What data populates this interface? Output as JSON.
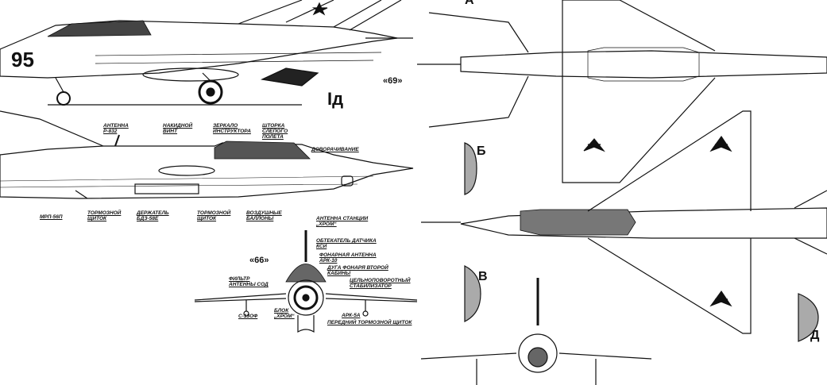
{
  "views": {
    "side_variant_label": "«69»",
    "front_variant_label": "«66»",
    "board_number": "95",
    "view_id_side": "Iд",
    "section_a": "А",
    "section_b": "Б",
    "section_v": "В",
    "section_d": "Д"
  },
  "side_labels": [
    "Антенна Р-832",
    "Накидной винт",
    "Зеркало инструктора",
    "Шторка слепого полета",
    "Доворачивание",
    "МРП-56П",
    "Тормозной щиток",
    "Держатель БДЗ-58Е",
    "Тормозной щиток",
    "Воздушные баллоны"
  ],
  "front_labels": [
    "Антенна станции „Хром“",
    "Обтекатель датчика КСИ",
    "Фонарная антенна АРК-10",
    "Дуга фонаря второй кабины",
    "Цельноповоротный стабилизатор",
    "Фильтр антенны СОД",
    "С-13ОФ",
    "Блок „Хром“",
    "АРК-5А",
    "Передний тормозной щиток"
  ],
  "colors": {
    "ink": "#111111",
    "paper": "#ffffff"
  }
}
